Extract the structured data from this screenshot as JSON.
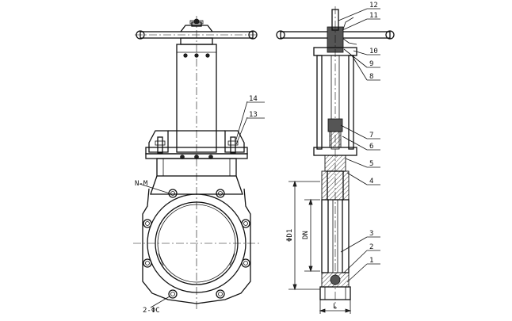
{
  "dims": {
    "nm": "N-M",
    "zphi": "2-ΦC",
    "phid1": "ΦD1",
    "dn": "DN",
    "l": "L"
  },
  "parts": [
    {
      "no": "1"
    },
    {
      "no": "2"
    },
    {
      "no": "3"
    },
    {
      "no": "4"
    },
    {
      "no": "5"
    },
    {
      "no": "6"
    },
    {
      "no": "7"
    },
    {
      "no": "8"
    },
    {
      "no": "9"
    },
    {
      "no": "10"
    },
    {
      "no": "11"
    },
    {
      "no": "12"
    },
    {
      "no": "13"
    },
    {
      "no": "14"
    }
  ]
}
